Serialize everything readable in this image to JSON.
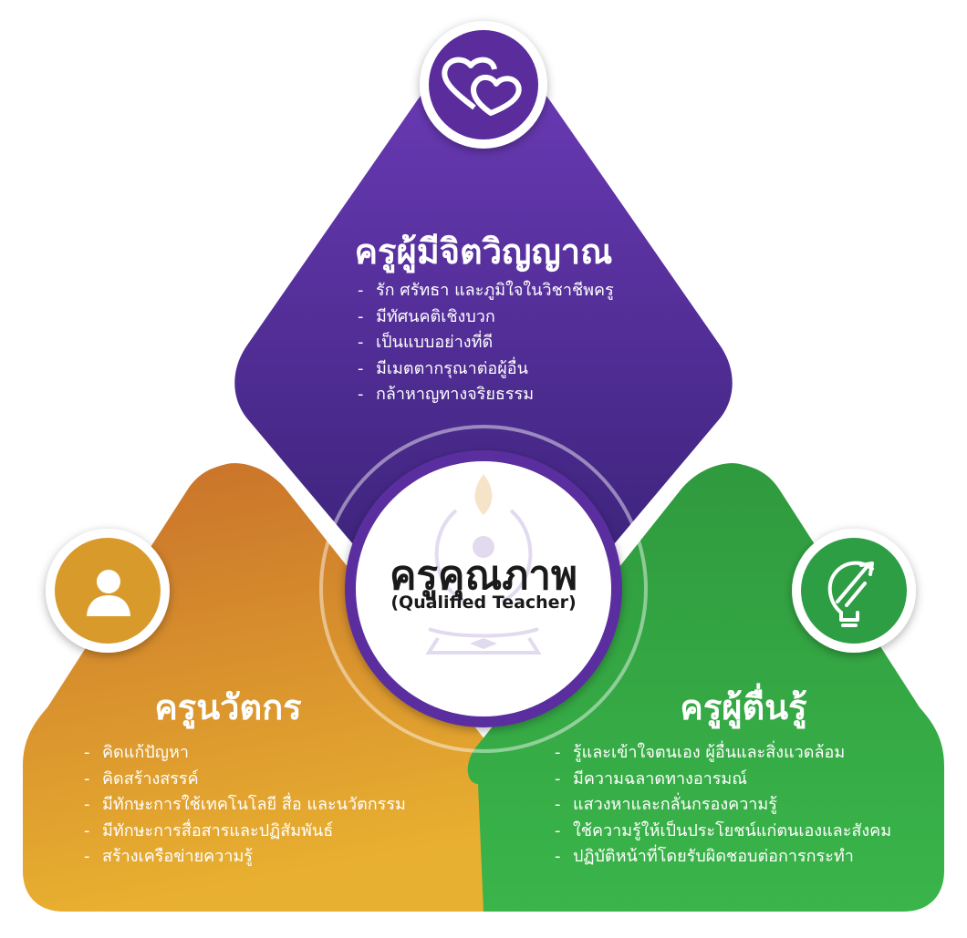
{
  "center": {
    "title": "ครูคุณภาพ",
    "subtitle": "(Qualified Teacher)"
  },
  "top": {
    "title": "ครูผู้มีจิตวิญญาณ",
    "icon": "hearts-icon",
    "color": "#4a2a8c",
    "items": [
      "รัก ศรัทธา และภูมิใจในวิชาชีพครู",
      "มีทัศนคติเชิงบวก",
      "เป็นแบบอย่างที่ดี",
      "มีเมตตากรุณาต่อผู้อื่น",
      "กล้าหาญทางจริยธรรม"
    ]
  },
  "left": {
    "title": "ครูนวัตกร",
    "icon": "person-icon",
    "color": "#dd9a2a",
    "items": [
      "คิดแก้ปัญหา",
      "คิดสร้างสรรค์",
      "มีทักษะการใช้เทคโนโลยี สื่อ และนวัตกรรม",
      "มีทักษะการสื่อสารและปฏิสัมพันธ์",
      "สร้างเครือข่ายความรู้"
    ]
  },
  "right": {
    "title": "ครูผู้ตื่นรู้",
    "icon": "lightbulb-growth-icon",
    "color": "#2e9e45",
    "items": [
      "รู้และเข้าใจตนเอง ผู้อื่นและสิ่งแวดล้อม",
      "มีความฉลาดทางอารมณ์",
      "แสวงหาและกลั่นกรองความรู้",
      "ใช้ความรู้ให้เป็นประโยชน์แก่ตนเองและสังคม",
      "ปฏิบัติหน้าที่โดยรับผิดชอบต่อการกระทำ"
    ]
  }
}
